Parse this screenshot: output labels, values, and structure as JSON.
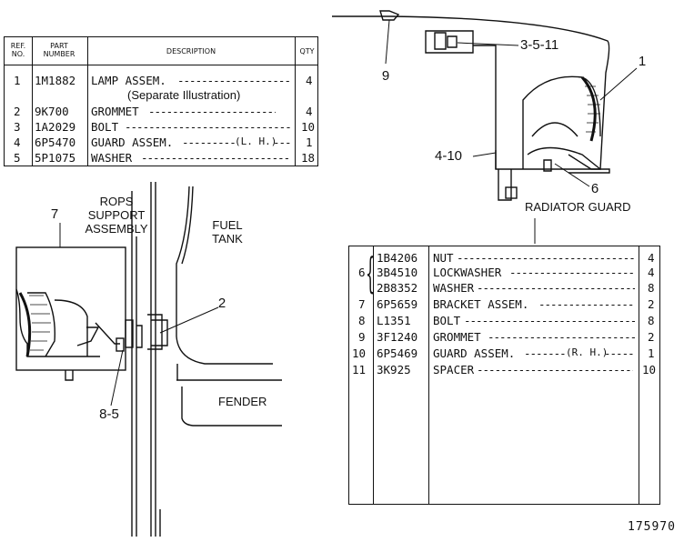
{
  "table_top": {
    "headers": {
      "ref": "REF. NO.",
      "part": "PART NUMBER",
      "desc": "DESCRIPTION",
      "qty": "QTY"
    },
    "rows": [
      {
        "ref": "1",
        "part": "1M1882",
        "desc": "LAMP ASSEM.",
        "qty": "4"
      },
      {
        "ref": "",
        "part": "",
        "desc": "(Separate Illustration)",
        "qty": ""
      },
      {
        "ref": "2",
        "part": "9K700",
        "desc": "GROMMET",
        "qty": "4"
      },
      {
        "ref": "3",
        "part": "1A2029",
        "desc": "BOLT",
        "qty": "10"
      },
      {
        "ref": "4",
        "part": "6P5470",
        "desc": "GUARD ASSEM.",
        "qty": "1",
        "note": "(L. H.)"
      },
      {
        "ref": "5",
        "part": "5P1075",
        "desc": "WASHER",
        "qty": "18"
      }
    ]
  },
  "table_bottom": {
    "rows": [
      {
        "ref": "",
        "part": "1B4206",
        "desc": "NUT",
        "qty": "4"
      },
      {
        "ref": "6",
        "part": "3B4510",
        "desc": "LOCKWASHER",
        "qty": "4"
      },
      {
        "ref": "",
        "part": "2B8352",
        "desc": "WASHER",
        "qty": "8"
      },
      {
        "ref": "7",
        "part": "6P5659",
        "desc": "BRACKET ASSEM.",
        "qty": "2"
      },
      {
        "ref": "8",
        "part": "L1351",
        "desc": "BOLT",
        "qty": "8"
      },
      {
        "ref": "9",
        "part": "3F1240",
        "desc": "GROMMET",
        "qty": "2"
      },
      {
        "ref": "10",
        "part": "6P5469",
        "desc": "GUARD ASSEM.",
        "qty": "1",
        "note": "(R. H.)"
      },
      {
        "ref": "11",
        "part": "3K925",
        "desc": "SPACER",
        "qty": "10"
      }
    ]
  },
  "labels": {
    "rops": "ROPS\nSUPPORT\nASSEMBLY",
    "fuel_tank": "FUEL\nTANK",
    "fender": "FENDER",
    "radiator_guard": "RADIATOR GUARD",
    "callout_7": "7",
    "callout_2": "2",
    "callout_8_5": "8-5",
    "callout_9": "9",
    "callout_3_5_11": "3-5-11",
    "callout_1": "1",
    "callout_4_10": "4-10",
    "callout_6": "6",
    "drawing_number": "175970"
  }
}
